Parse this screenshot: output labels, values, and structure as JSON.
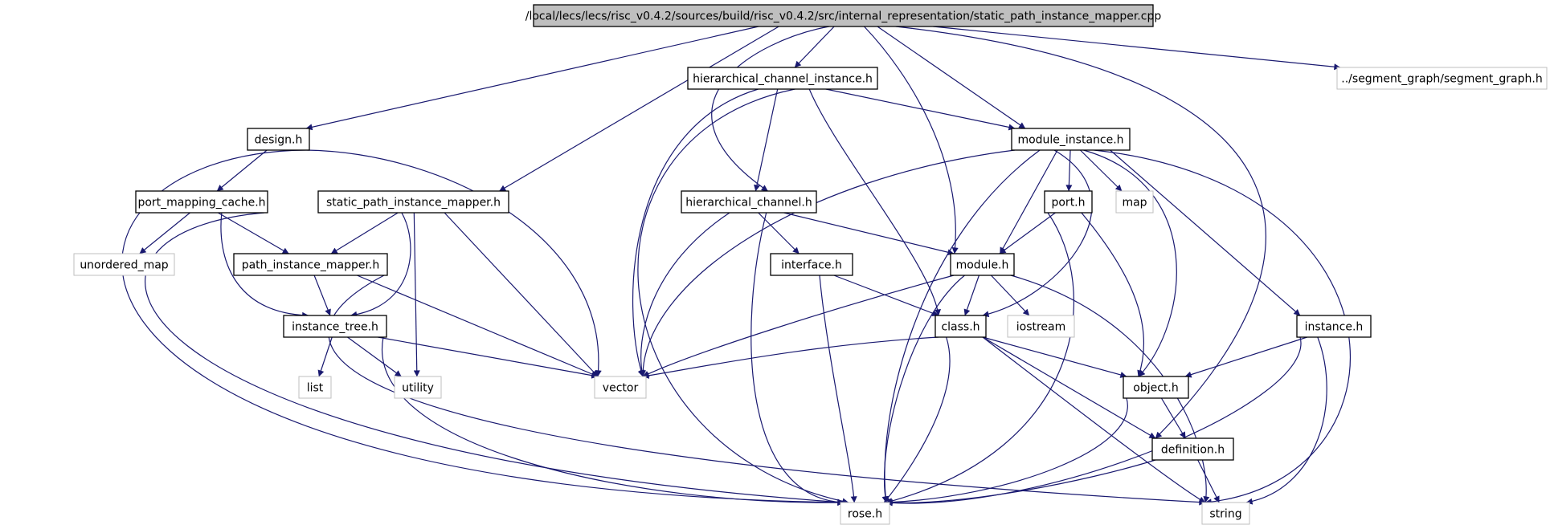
{
  "diagram": {
    "root": "/local/lecs/lecs/risc_v0.4.2/sources/build/risc_v0.4.2/src/internal_representation/static_path_instance_mapper.cpp",
    "colors": {
      "edge": "#191970",
      "root_fill": "#bfbfbf",
      "documented_border": "#000000",
      "undocumented_border": "#bfbfbf",
      "node_fill": "#ffffff"
    },
    "nodes": [
      {
        "id": "root",
        "label": "/local/lecs/lecs/risc_v0.4.2/sources/build/risc_v0.4.2/src/internal_representation/static_path_instance_mapper.cpp",
        "kind": "root"
      },
      {
        "id": "hci_h",
        "label": "hierarchical_channel_instance.h",
        "kind": "documented"
      },
      {
        "id": "seg_h",
        "label": "../segment_graph/segment_graph.h",
        "kind": "external"
      },
      {
        "id": "design_h",
        "label": "design.h",
        "kind": "documented"
      },
      {
        "id": "mi_h",
        "label": "module_instance.h",
        "kind": "documented"
      },
      {
        "id": "pmc_h",
        "label": "port_mapping_cache.h",
        "kind": "documented"
      },
      {
        "id": "spim_h",
        "label": "static_path_instance_mapper.h",
        "kind": "documented"
      },
      {
        "id": "hc_h",
        "label": "hierarchical_channel.h",
        "kind": "documented"
      },
      {
        "id": "port_h",
        "label": "port.h",
        "kind": "documented"
      },
      {
        "id": "map",
        "label": "map",
        "kind": "external"
      },
      {
        "id": "umap",
        "label": "unordered_map",
        "kind": "external"
      },
      {
        "id": "pim_h",
        "label": "path_instance_mapper.h",
        "kind": "documented"
      },
      {
        "id": "iface_h",
        "label": "interface.h",
        "kind": "documented"
      },
      {
        "id": "module_h",
        "label": "module.h",
        "kind": "documented"
      },
      {
        "id": "it_h",
        "label": "instance_tree.h",
        "kind": "documented"
      },
      {
        "id": "class_h",
        "label": "class.h",
        "kind": "documented"
      },
      {
        "id": "iostream",
        "label": "iostream",
        "kind": "external"
      },
      {
        "id": "inst_h",
        "label": "instance.h",
        "kind": "documented"
      },
      {
        "id": "list",
        "label": "list",
        "kind": "external"
      },
      {
        "id": "utility",
        "label": "utility",
        "kind": "external"
      },
      {
        "id": "vector",
        "label": "vector",
        "kind": "external"
      },
      {
        "id": "object_h",
        "label": "object.h",
        "kind": "documented"
      },
      {
        "id": "def_h",
        "label": "definition.h",
        "kind": "documented"
      },
      {
        "id": "rose_h",
        "label": "rose.h",
        "kind": "external"
      },
      {
        "id": "string",
        "label": "string",
        "kind": "external"
      }
    ],
    "edges": [
      [
        "root",
        "design_h"
      ],
      [
        "root",
        "spim_h"
      ],
      [
        "root",
        "hc_h"
      ],
      [
        "root",
        "hci_h"
      ],
      [
        "root",
        "module_h"
      ],
      [
        "root",
        "mi_h"
      ],
      [
        "root",
        "def_h"
      ],
      [
        "root",
        "seg_h"
      ],
      [
        "design_h",
        "pmc_h"
      ],
      [
        "design_h",
        "vector"
      ],
      [
        "design_h",
        "rose_h"
      ],
      [
        "pmc_h",
        "umap"
      ],
      [
        "pmc_h",
        "pim_h"
      ],
      [
        "pmc_h",
        "it_h"
      ],
      [
        "pmc_h",
        "rose_h"
      ],
      [
        "spim_h",
        "pim_h"
      ],
      [
        "spim_h",
        "it_h"
      ],
      [
        "spim_h",
        "utility"
      ],
      [
        "spim_h",
        "vector"
      ],
      [
        "pim_h",
        "it_h"
      ],
      [
        "pim_h",
        "vector"
      ],
      [
        "pim_h",
        "string"
      ],
      [
        "it_h",
        "list"
      ],
      [
        "it_h",
        "utility"
      ],
      [
        "it_h",
        "vector"
      ],
      [
        "it_h",
        "rose_h"
      ],
      [
        "hci_h",
        "hc_h"
      ],
      [
        "hci_h",
        "mi_h"
      ],
      [
        "hci_h",
        "vector"
      ],
      [
        "hci_h",
        "class_h"
      ],
      [
        "hci_h",
        "rose_h"
      ],
      [
        "hc_h",
        "iface_h"
      ],
      [
        "hc_h",
        "module_h"
      ],
      [
        "hc_h",
        "vector"
      ],
      [
        "hc_h",
        "rose_h"
      ],
      [
        "iface_h",
        "class_h"
      ],
      [
        "iface_h",
        "rose_h"
      ],
      [
        "mi_h",
        "port_h"
      ],
      [
        "mi_h",
        "map"
      ],
      [
        "mi_h",
        "module_h"
      ],
      [
        "mi_h",
        "class_h"
      ],
      [
        "mi_h",
        "object_h"
      ],
      [
        "mi_h",
        "inst_h"
      ],
      [
        "mi_h",
        "vector"
      ],
      [
        "mi_h",
        "rose_h"
      ],
      [
        "mi_h",
        "string"
      ],
      [
        "port_h",
        "module_h"
      ],
      [
        "port_h",
        "object_h"
      ],
      [
        "port_h",
        "rose_h"
      ],
      [
        "module_h",
        "class_h"
      ],
      [
        "module_h",
        "iostream"
      ],
      [
        "module_h",
        "vector"
      ],
      [
        "module_h",
        "rose_h"
      ],
      [
        "module_h",
        "string"
      ],
      [
        "class_h",
        "object_h"
      ],
      [
        "class_h",
        "def_h"
      ],
      [
        "class_h",
        "vector"
      ],
      [
        "class_h",
        "rose_h"
      ],
      [
        "class_h",
        "string"
      ],
      [
        "inst_h",
        "object_h"
      ],
      [
        "inst_h",
        "rose_h"
      ],
      [
        "inst_h",
        "string"
      ],
      [
        "object_h",
        "def_h"
      ],
      [
        "object_h",
        "rose_h"
      ],
      [
        "def_h",
        "rose_h"
      ],
      [
        "def_h",
        "string"
      ]
    ]
  }
}
